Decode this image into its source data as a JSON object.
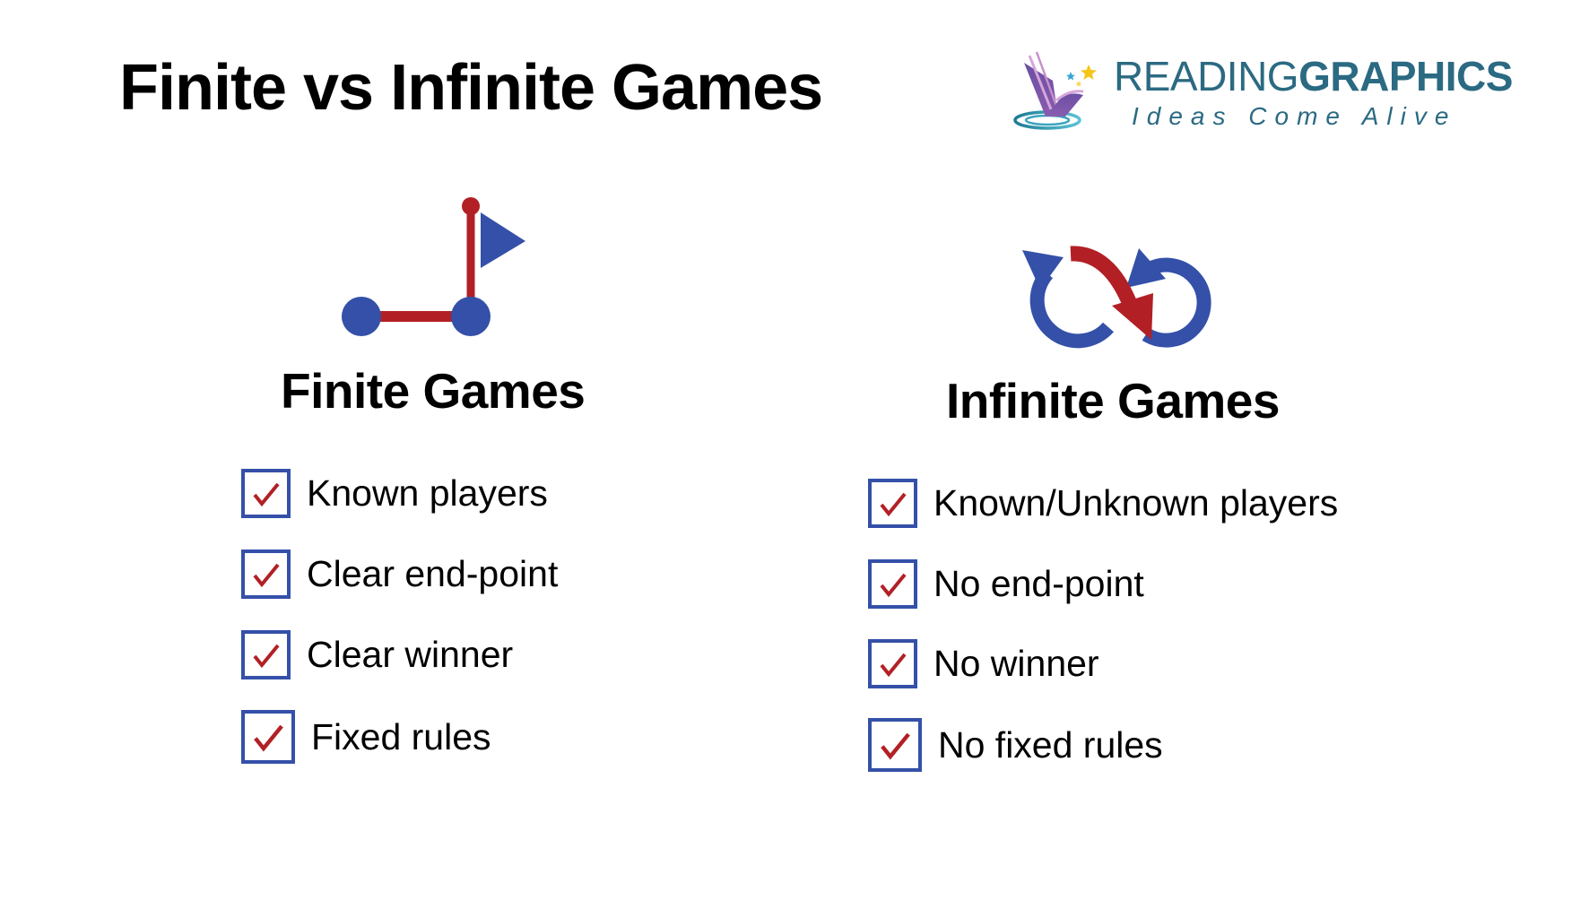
{
  "page": {
    "title": "Finite vs Infinite Games"
  },
  "logo": {
    "name_light": "READING",
    "name_bold": "GRAPHICS",
    "tagline": "Ideas Come Alive",
    "icon": "open-book-stars-icon",
    "text_color": "#2B6A82"
  },
  "colors": {
    "accent_blue": "#3450A8",
    "accent_red": "#B22025",
    "text": "#000000",
    "background": "#FFFFFF"
  },
  "finite": {
    "heading": "Finite Games",
    "icon": "flag-path-icon",
    "items": [
      {
        "label": "Known players",
        "checked": true
      },
      {
        "label": "Clear end-point",
        "checked": true
      },
      {
        "label": "Clear winner",
        "checked": true
      },
      {
        "label": "Fixed rules",
        "checked": true
      }
    ]
  },
  "infinite": {
    "heading": "Infinite Games",
    "icon": "infinity-arrows-icon",
    "items": [
      {
        "label": "Known/Unknown players",
        "checked": true
      },
      {
        "label": "No end-point",
        "checked": true
      },
      {
        "label": "No winner",
        "checked": true
      },
      {
        "label": "No fixed rules",
        "checked": true
      }
    ]
  }
}
